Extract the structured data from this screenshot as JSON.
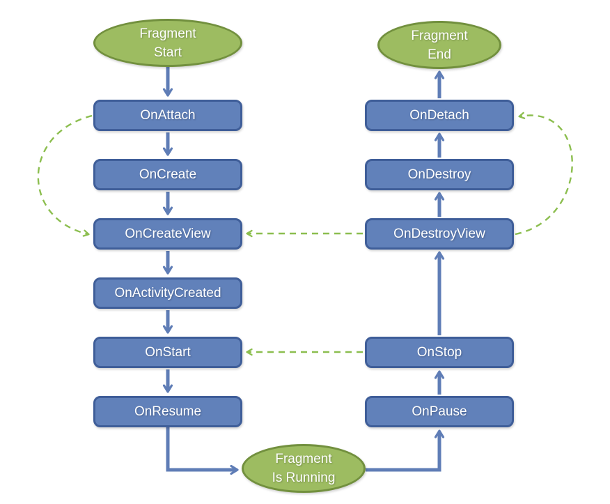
{
  "colors": {
    "terminal_fill": "#9DBC61",
    "terminal_border": "#72903E",
    "state_fill": "#6181BA",
    "state_border": "#3F5E99",
    "solid_edge": "#5F7DB6",
    "dashed_edge": "#8CBE4F",
    "node_text": "#FFFFFF"
  },
  "nodes": {
    "fragment_start": {
      "line1": "Fragment",
      "line2": "Start"
    },
    "fragment_end": {
      "line1": "Fragment",
      "line2": "End"
    },
    "fragment_running": {
      "line1": "Fragment",
      "line2": "Is Running"
    },
    "on_attach": {
      "label": "OnAttach"
    },
    "on_create": {
      "label": "OnCreate"
    },
    "on_create_view": {
      "label": "OnCreateView"
    },
    "on_activity_created": {
      "label": "OnActivityCreated"
    },
    "on_start": {
      "label": "OnStart"
    },
    "on_resume": {
      "label": "OnResume"
    },
    "on_detach": {
      "label": "OnDetach"
    },
    "on_destroy": {
      "label": "OnDestroy"
    },
    "on_destroy_view": {
      "label": "OnDestroyView"
    },
    "on_stop": {
      "label": "OnStop"
    },
    "on_pause": {
      "label": "OnPause"
    }
  },
  "edges": [
    {
      "from": "Fragment Start",
      "to": "OnAttach",
      "style": "solid"
    },
    {
      "from": "OnAttach",
      "to": "OnCreate",
      "style": "solid"
    },
    {
      "from": "OnCreate",
      "to": "OnCreateView",
      "style": "solid"
    },
    {
      "from": "OnCreateView",
      "to": "OnActivityCreated",
      "style": "solid"
    },
    {
      "from": "OnActivityCreated",
      "to": "OnStart",
      "style": "solid"
    },
    {
      "from": "OnStart",
      "to": "OnResume",
      "style": "solid"
    },
    {
      "from": "OnResume",
      "to": "Fragment Is Running",
      "style": "solid"
    },
    {
      "from": "Fragment Is Running",
      "to": "OnPause",
      "style": "solid"
    },
    {
      "from": "OnPause",
      "to": "OnStop",
      "style": "solid"
    },
    {
      "from": "OnStop",
      "to": "OnDestroyView",
      "style": "solid"
    },
    {
      "from": "OnDestroyView",
      "to": "OnDestroy",
      "style": "solid"
    },
    {
      "from": "OnDestroy",
      "to": "OnDetach",
      "style": "solid"
    },
    {
      "from": "OnDetach",
      "to": "Fragment End",
      "style": "solid"
    },
    {
      "from": "OnAttach",
      "to": "OnCreateView",
      "style": "dashed"
    },
    {
      "from": "OnDestroyView",
      "to": "OnCreateView",
      "style": "dashed"
    },
    {
      "from": "OnStop",
      "to": "OnStart",
      "style": "dashed"
    },
    {
      "from": "OnDestroyView",
      "to": "OnDetach",
      "style": "dashed"
    }
  ]
}
